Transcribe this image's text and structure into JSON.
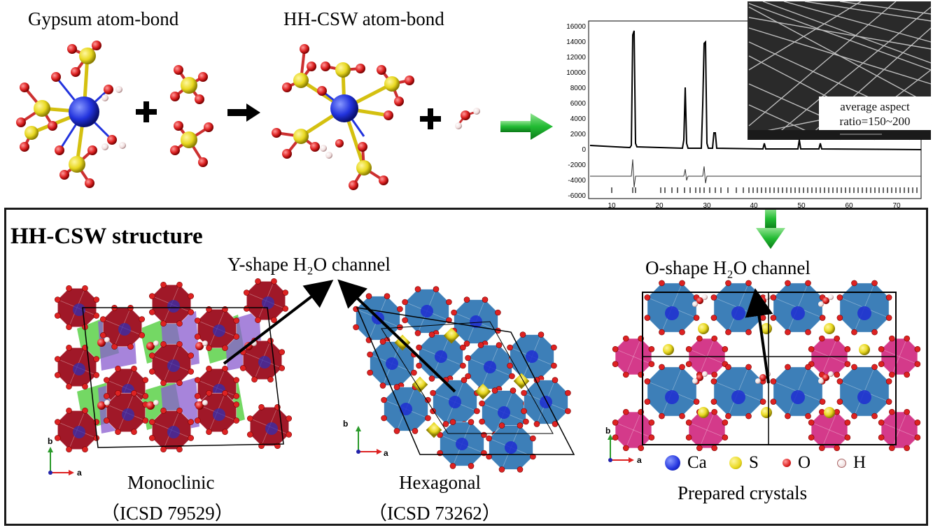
{
  "top": {
    "gypsum_title": "Gypsum atom-bond",
    "hhcsw_title": "HH-CSW atom-bond"
  },
  "sem": {
    "line1": "average aspect",
    "line2": "ratio=150~200"
  },
  "section": {
    "title": "HH-CSW structure",
    "y_channel": "Y-shape H₂O channel",
    "o_channel": "O-shape H₂O channel"
  },
  "crystals": {
    "monoclinic": {
      "name": "Monoclinic",
      "ref": "（ICSD 79529）"
    },
    "hexagonal": {
      "name": "Hexagonal",
      "ref": "（ICSD 73262）"
    },
    "prepared": {
      "name": "Prepared crystals"
    }
  },
  "axes": {
    "b": "b",
    "a": "a"
  },
  "legend": [
    {
      "label": "Ca",
      "color": "#2233dd"
    },
    {
      "label": "S",
      "color": "#e8d820"
    },
    {
      "label": "O",
      "color": "#dd2222"
    },
    {
      "label": "H",
      "color": "#f4e4e4"
    }
  ],
  "colors": {
    "arrow_green": "#22bb33",
    "monoclinic_poly": "#a01828",
    "hexagonal_poly": "#3d7fb8",
    "prepared_poly": "#3d7fb8",
    "prepared_accent": "#d43a8a"
  },
  "xrd": {
    "y_ticks": [
      "16000",
      "14000",
      "12000",
      "10000",
      "8000",
      "6000",
      "4000",
      "2000",
      "0",
      "-2000",
      "-4000",
      "-6000"
    ],
    "x_ticks": [
      "10",
      "20",
      "30",
      "40",
      "50",
      "60",
      "70"
    ]
  }
}
